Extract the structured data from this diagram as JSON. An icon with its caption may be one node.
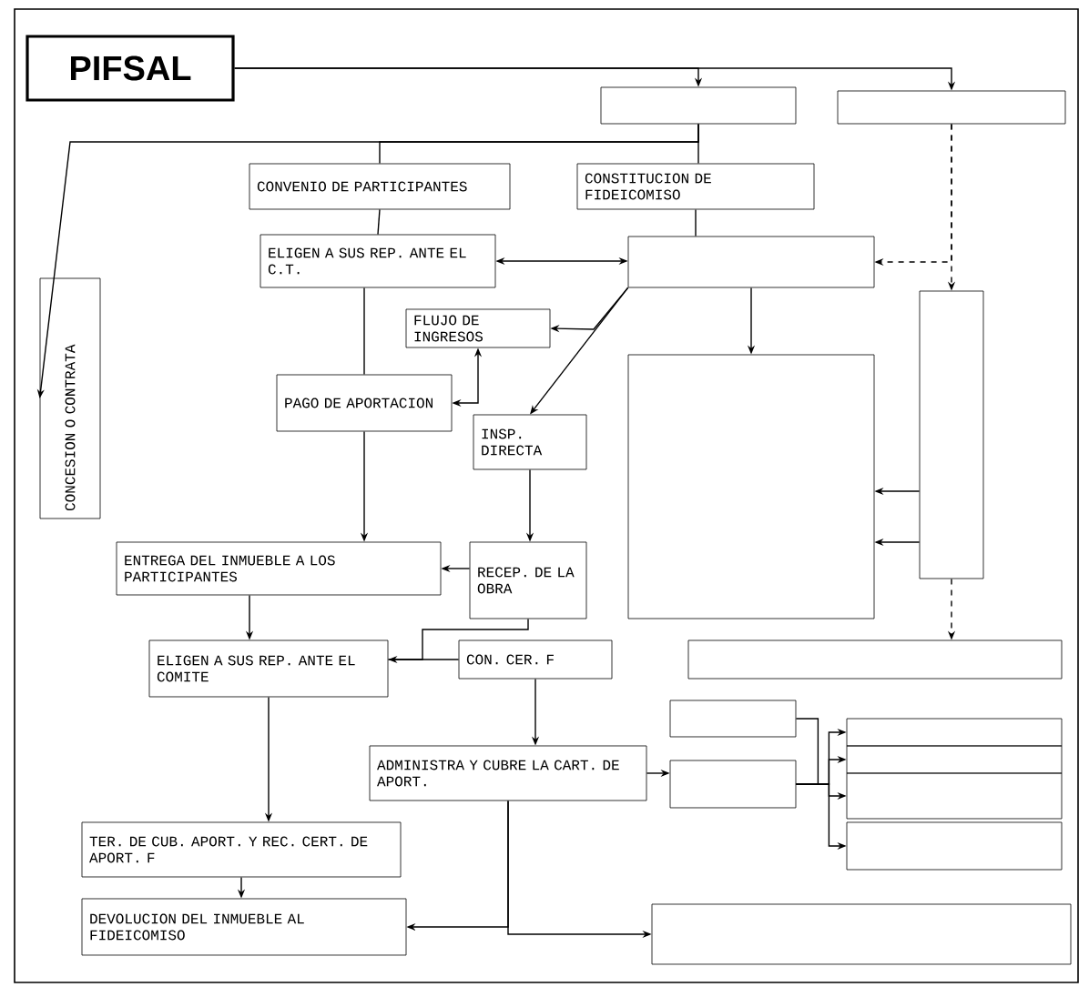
{
  "diagram": {
    "nodes": [
      {
        "text": [
          "PIFSAL"
        ]
      },
      {
        "text": [],
        "shape": "box"
      },
      {
        "text": [],
        "shape": "box"
      },
      {
        "text": [
          "CONVENIO DE PARTICIPANTES"
        ]
      },
      {
        "text": [
          "CONSTITUCION DE FIDEICOMISO"
        ]
      },
      {
        "text": [
          "CONCESION O CONTRATA"
        ]
      },
      {
        "text": [
          "ELIGEN A SUS REP. ANTE EL C.T."
        ]
      },
      {
        "text": [],
        "shape": "box"
      },
      {
        "text": [
          "FLUJO DE INGRESOS"
        ]
      },
      {
        "text": [
          "PAGO DE APORTACION"
        ]
      },
      {
        "text": [
          "INSP. DIRECTA"
        ]
      },
      {
        "text": [],
        "shape": "box"
      },
      {
        "text": [],
        "shape": "box"
      },
      {
        "text": [
          "RECEP. DE LA OBRA"
        ]
      },
      {
        "text": [
          "ENTREGA DEL INMUEBLE A LOS PARTICIPANTES"
        ]
      },
      {
        "text": [
          "ELIGEN A SUS REP. ANTE EL COMITE"
        ]
      },
      {
        "text": [
          "CON. CER. F"
        ]
      },
      {
        "text": [],
        "shape": "box"
      },
      {
        "text": [
          "ADMINISTRA Y CUBRE LA CART. DE APORT."
        ]
      },
      {
        "text": [],
        "shape": "box"
      },
      {
        "text": [],
        "shape": "box"
      },
      {
        "text": [],
        "shape": "box"
      },
      {
        "text": [],
        "shape": "box"
      },
      {
        "text": [],
        "shape": "box"
      },
      {
        "text": [],
        "shape": "box"
      },
      {
        "text": [
          "TER. DE CUB. APORT. Y REC. CERT. DE APORT. F"
        ]
      },
      {
        "text": [
          "DEVOLUCION DEL INMUEBLE AL FIDEICOMISO"
        ]
      },
      {
        "text": [],
        "shape": "box"
      }
    ],
    "edges": [
      {
        "from": 0,
        "to": 1,
        "arrow": "to"
      },
      {
        "from": 0,
        "to": 2,
        "arrow": "to"
      },
      {
        "from": 1,
        "to": 3,
        "arrow": "none"
      },
      {
        "from": 1,
        "to": 4,
        "arrow": "none"
      },
      {
        "from": 1,
        "to": 5,
        "arrow": "to"
      },
      {
        "from": 2,
        "to": 7,
        "arrow": "to",
        "style": "dashed"
      },
      {
        "from": 2,
        "to": 12,
        "arrow": "to",
        "style": "dashed"
      },
      {
        "from": 3,
        "to": 6,
        "arrow": "none"
      },
      {
        "from": 4,
        "to": 7,
        "arrow": "none"
      },
      {
        "from": 6,
        "to": 7,
        "arrow": "both"
      },
      {
        "from": 7,
        "to": 8,
        "arrow": "to"
      },
      {
        "from": 7,
        "to": 10,
        "arrow": "to"
      },
      {
        "from": 7,
        "to": 11,
        "arrow": "to"
      },
      {
        "from": 12,
        "to": 11,
        "arrow": "to"
      },
      {
        "from": 12,
        "to": 11,
        "arrow": "to"
      },
      {
        "from": 9,
        "to": 8,
        "arrow": "both"
      },
      {
        "from": 6,
        "to": 9,
        "arrow": "none"
      },
      {
        "from": 9,
        "to": 14,
        "arrow": "to"
      },
      {
        "from": 10,
        "to": 13,
        "arrow": "to"
      },
      {
        "from": 13,
        "to": 14,
        "arrow": "to"
      },
      {
        "from": 14,
        "to": 15,
        "arrow": "to"
      },
      {
        "from": 13,
        "to": 15,
        "arrow": "to"
      },
      {
        "from": 16,
        "to": 15,
        "arrow": "none"
      },
      {
        "from": 16,
        "to": 18,
        "arrow": "to"
      },
      {
        "from": 12,
        "to": 17,
        "arrow": "to",
        "style": "dashed"
      },
      {
        "from": 15,
        "to": 25,
        "arrow": "to"
      },
      {
        "from": 18,
        "to": 20,
        "arrow": "to"
      },
      {
        "from": 19,
        "to": 20,
        "arrow": "none"
      },
      {
        "from": 20,
        "to": 21,
        "arrow": "to"
      },
      {
        "from": 20,
        "to": 22,
        "arrow": "to"
      },
      {
        "from": 20,
        "to": 23,
        "arrow": "to"
      },
      {
        "from": 20,
        "to": 24,
        "arrow": "to"
      },
      {
        "from": 25,
        "to": 26,
        "arrow": "to"
      },
      {
        "from": 18,
        "to": 26,
        "arrow": "to"
      },
      {
        "from": 18,
        "to": 27,
        "arrow": "to"
      }
    ]
  }
}
